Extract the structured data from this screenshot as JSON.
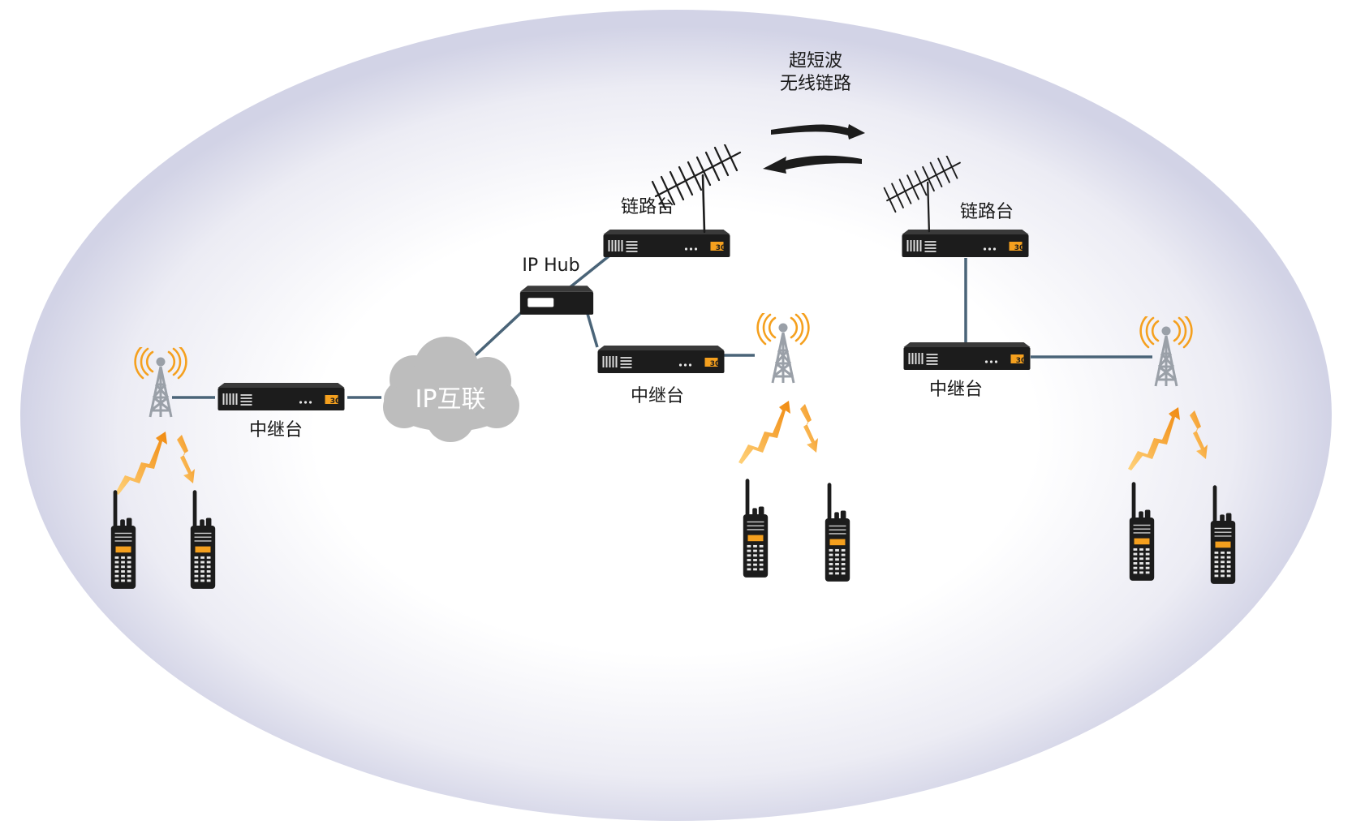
{
  "labels": {
    "vhf_link_line1": "超短波",
    "vhf_link_line2": "无线链路",
    "ip_hub": "IP Hub",
    "ip_interconnect": "IP互联",
    "link_station_left": "链路台",
    "link_station_right": "链路台",
    "repeater_left": "中继台",
    "repeater_center": "中继台",
    "repeater_right": "中继台",
    "device_badge": "30"
  },
  "colors": {
    "background_ellipse": "#d4d5e8",
    "link_line": "#4a6478",
    "device_body": "#1c1c1c",
    "accent_orange": "#f5a01e",
    "cloud": "#bdbdbd",
    "tower": "#9aa0a8"
  },
  "icons": [
    "tower-icon",
    "radio-icon",
    "antenna-icon",
    "device-icon",
    "cloud-icon",
    "lightning-icon",
    "arrow-icon"
  ]
}
